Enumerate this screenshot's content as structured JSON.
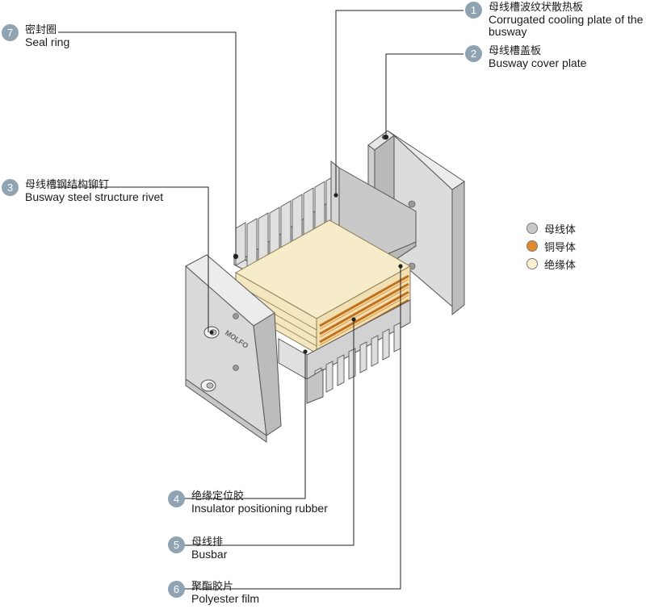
{
  "callouts": [
    {
      "number": "1",
      "zh": "母线槽波纹状散热板",
      "en": "Corrugated cooling plate of the busway"
    },
    {
      "number": "2",
      "zh": "母线槽盖板",
      "en": "Busway cover plate"
    },
    {
      "number": "3",
      "zh": "母线槽钢结构铆钉",
      "en": "Busway steel structure rivet"
    },
    {
      "number": "4",
      "zh": "绝缘定位胶",
      "en": "Insulator positioning rubber"
    },
    {
      "number": "5",
      "zh": "母线排",
      "en": "Busbar"
    },
    {
      "number": "6",
      "zh": "聚酯胶片",
      "en": "Polyester film"
    },
    {
      "number": "7",
      "zh": "密封圈",
      "en": "Seal ring"
    }
  ],
  "legend": [
    {
      "label": "母线体",
      "color": "#c8c8c8"
    },
    {
      "label": "铜导体",
      "color": "#e08a2c"
    },
    {
      "label": "绝缘体",
      "color": "#fbf1d2"
    }
  ],
  "brand_text": "MOLFO",
  "colors": {
    "badge": "#8fa3b3",
    "steel": "#d4d4d4",
    "copper": "#e08a2c",
    "insulator": "#f4e6bf",
    "line": "#222222"
  }
}
